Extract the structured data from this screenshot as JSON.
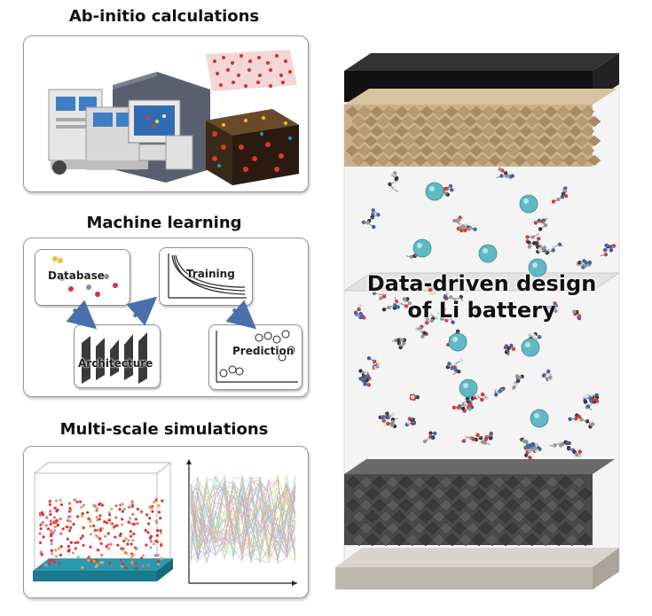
{
  "panels": {
    "abinitio": {
      "title": "Ab-initio calculations"
    },
    "ml": {
      "title": "Machine learning",
      "database": "Database",
      "training": "Training",
      "architecture": "Architecture",
      "prediction": "Prediction"
    },
    "multiscale": {
      "title": "Multi-scale simulations"
    }
  },
  "battery": {
    "line1": "Data-driven design",
    "line2": "of Li battery"
  },
  "colors": {
    "li_ion": "#5fb8c2",
    "cathode": "#c9b08a",
    "anode": "#4a4a4a",
    "arrow": "#4b6fa8"
  }
}
